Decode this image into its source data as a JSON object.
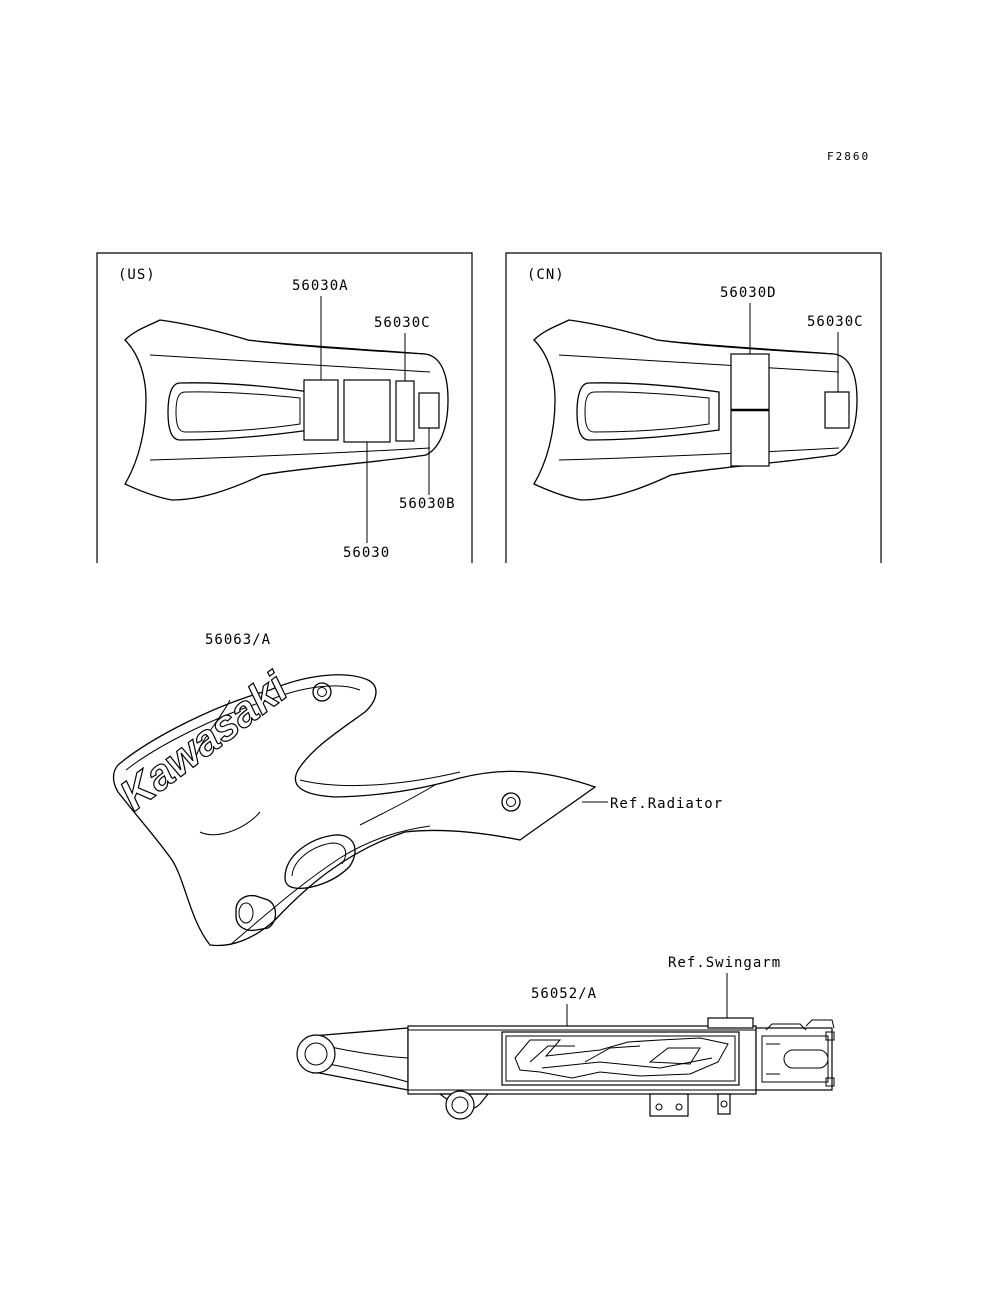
{
  "figure_code": "F2860",
  "us_panel": {
    "region": "(US)",
    "callouts": [
      "56030A",
      "56030C",
      "56030B",
      "56030"
    ]
  },
  "cn_panel": {
    "region": "(CN)",
    "callouts": [
      "56030D",
      "56030C"
    ]
  },
  "shroud": {
    "part_no": "56063/A",
    "ref_label": "Ref.Radiator",
    "logo_text": "Kawasaki"
  },
  "swingarm": {
    "part_no": "56052/A",
    "ref_label": "Ref.Swingarm"
  }
}
